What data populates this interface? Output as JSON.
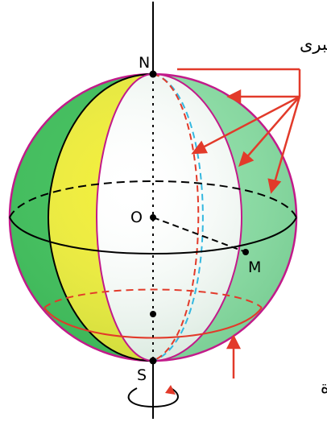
{
  "labels": {
    "north": "N",
    "south": "S",
    "center": "O",
    "point_m": "M",
    "great_circles": "دوائر كبرى",
    "small_circles": "دوائر صغيرة"
  },
  "colors": {
    "green": "#3fbf5a",
    "light_green": "#8fe0a8",
    "yellow": "#f2ee3a",
    "red": "#e23a2a",
    "magenta": "#c21a8a",
    "cyan": "#34b8e0",
    "black": "#000000"
  }
}
